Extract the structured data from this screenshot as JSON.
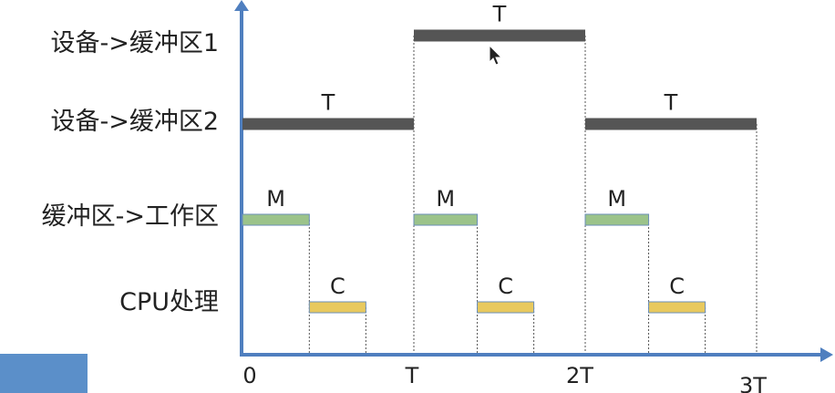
{
  "rows": [
    {
      "id": "dev-buf1",
      "label": "设备->缓冲区1"
    },
    {
      "id": "dev-buf2",
      "label": "设备->缓冲区2"
    },
    {
      "id": "buf-work",
      "label": "缓冲区->工作区"
    },
    {
      "id": "cpu",
      "label": "CPU处理"
    }
  ],
  "ticks": [
    "0",
    "T",
    "2T",
    "3T"
  ],
  "segments": [
    {
      "row": "dev-buf2",
      "start": 0,
      "end": 1,
      "label": "T",
      "color": "#555555",
      "style": "thick"
    },
    {
      "row": "dev-buf1",
      "start": 1,
      "end": 2,
      "label": "T",
      "color": "#555555",
      "style": "thick"
    },
    {
      "row": "dev-buf2",
      "start": 2,
      "end": 3,
      "label": "T",
      "color": "#555555",
      "style": "thick"
    },
    {
      "row": "buf-work",
      "start": 0,
      "end": 0.39,
      "label": "M",
      "color": "#9bc38a",
      "style": "bar"
    },
    {
      "row": "buf-work",
      "start": 1,
      "end": 1.37,
      "label": "M",
      "color": "#9bc38a",
      "style": "bar"
    },
    {
      "row": "buf-work",
      "start": 2,
      "end": 2.37,
      "label": "M",
      "color": "#9bc38a",
      "style": "bar"
    },
    {
      "row": "cpu",
      "start": 0.39,
      "end": 0.72,
      "label": "C",
      "color": "#e8c95e",
      "style": "bar"
    },
    {
      "row": "cpu",
      "start": 1.37,
      "end": 1.7,
      "label": "C",
      "color": "#e8c95e",
      "style": "bar"
    },
    {
      "row": "cpu",
      "start": 2.37,
      "end": 2.7,
      "label": "C",
      "color": "#e8c95e",
      "style": "bar"
    }
  ],
  "colors": {
    "axis": "#4f7fbf",
    "guide": "#555555",
    "corner_box": "#5b8fc9"
  }
}
